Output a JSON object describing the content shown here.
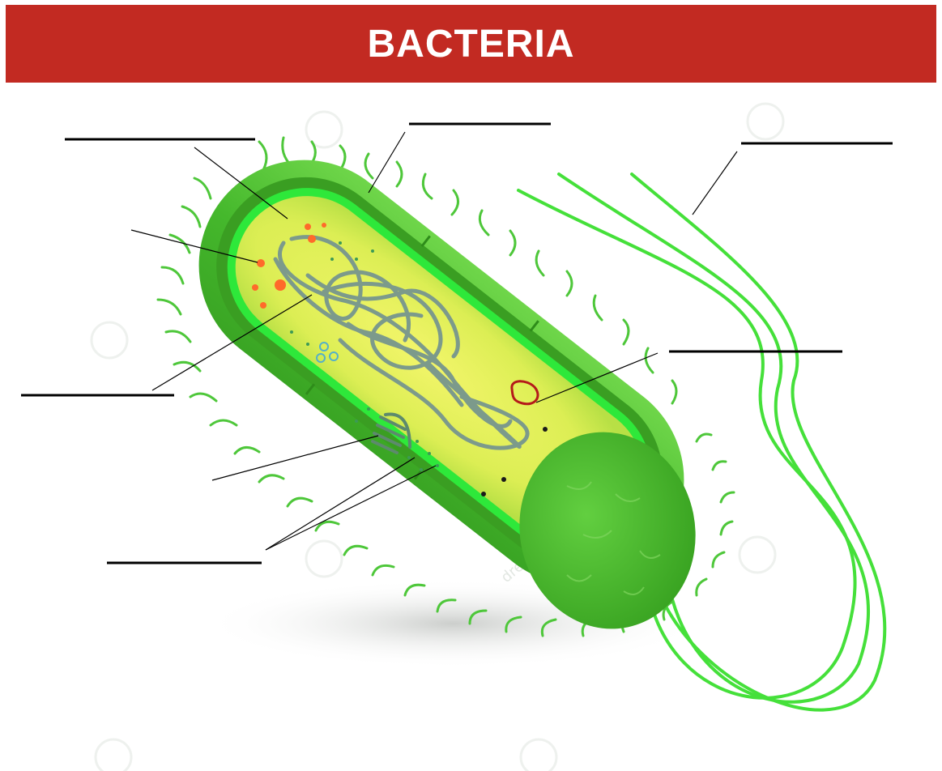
{
  "title": "BACTERIA",
  "watermark": "dreamstime",
  "colors": {
    "banner": "#c22a22",
    "capsule": "#4fc234",
    "cell_wall": "#3fae25",
    "membrane": "#2ee83a",
    "cytoplasm": "#e8f25a",
    "pili": "#4ec73a",
    "flagella": "#45e03a",
    "nucleoid": "#7c9a8b",
    "ribosome": "#ff6a2a",
    "plasmid": "#b41a1a",
    "leader_line": "#000000"
  },
  "labels": [
    {
      "id": "label-capsule",
      "text": ""
    },
    {
      "id": "label-cell-wall",
      "text": ""
    },
    {
      "id": "label-flagellum",
      "text": ""
    },
    {
      "id": "label-cell-membrane",
      "text": ""
    },
    {
      "id": "label-cytoplasm",
      "text": ""
    },
    {
      "id": "label-nucleoid",
      "text": ""
    },
    {
      "id": "label-plasmid",
      "text": ""
    },
    {
      "id": "label-mesosome",
      "text": ""
    },
    {
      "id": "label-ribosomes",
      "text": ""
    }
  ]
}
